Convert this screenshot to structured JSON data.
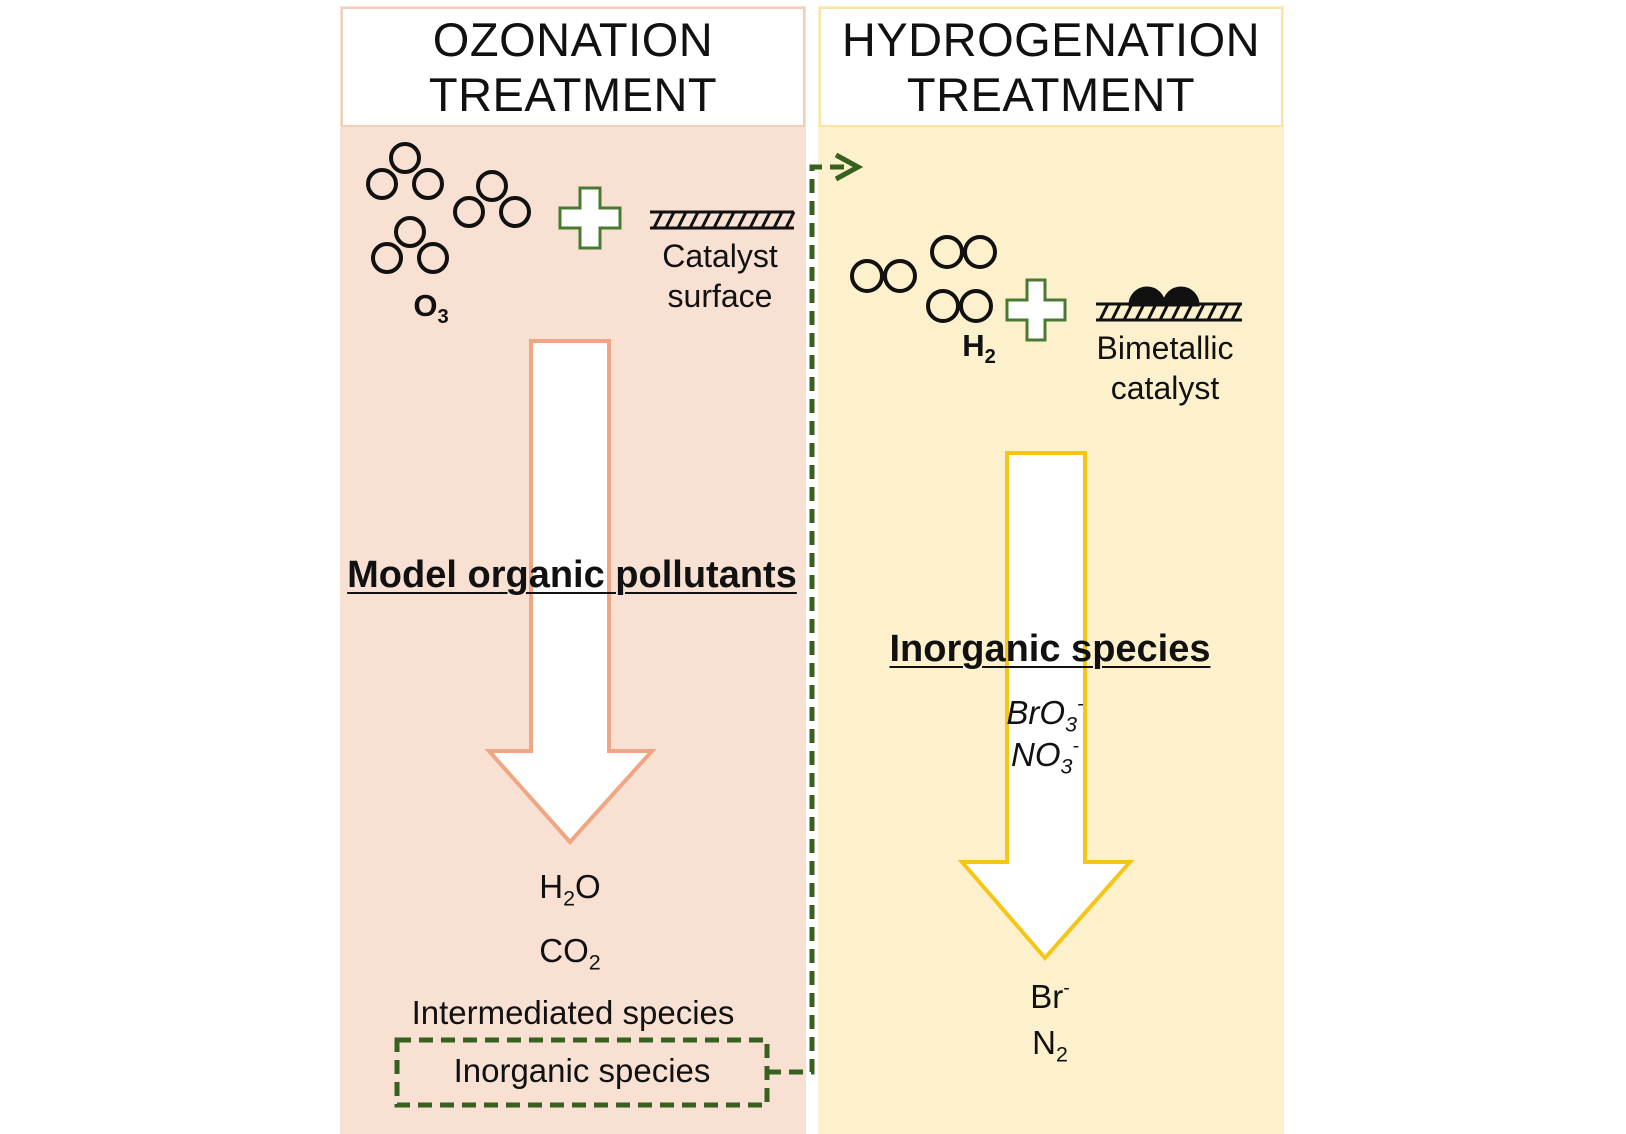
{
  "colors": {
    "ozonation_panel": "#f8e1d3",
    "hydrogenation_panel": "#fdf0cc",
    "ozonation_arrow": "#f0a682",
    "hydrogenation_arrow": "#f5c518",
    "flow_dashed": "#38601f",
    "plus_outline": "#4a7a32",
    "ink": "#111111"
  },
  "ozonation": {
    "title_line1": "OZONATION",
    "title_line2": "TREATMENT",
    "reagent": {
      "symbol": "O",
      "subscript": "3",
      "icon": "ozone-molecule-icon"
    },
    "catalyst_line1": "Catalyst",
    "catalyst_line2": "surface",
    "input_label": "Model organic pollutants",
    "products": [
      {
        "base": "H",
        "sub": "2",
        "tail": "O"
      },
      {
        "base": "CO",
        "sub": "2",
        "tail": ""
      }
    ],
    "intermediates": "Intermediated species",
    "highlight": "Inorganic species"
  },
  "hydrogenation": {
    "title_line1": "HYDROGENATION",
    "title_line2": "TREATMENT",
    "reagent": {
      "symbol": "H",
      "subscript": "2",
      "icon": "hydrogen-molecule-icon"
    },
    "catalyst_line1": "Bimetallic",
    "catalyst_line2": "catalyst",
    "input_label": "Inorganic species",
    "species": [
      {
        "base": "BrO",
        "sub": "3",
        "sup": "-"
      },
      {
        "base": "NO",
        "sub": "3",
        "sup": "-"
      }
    ],
    "products": [
      {
        "base": "Br",
        "sub": "",
        "sup": "-"
      },
      {
        "base": "N",
        "sub": "2",
        "sup": ""
      }
    ]
  }
}
